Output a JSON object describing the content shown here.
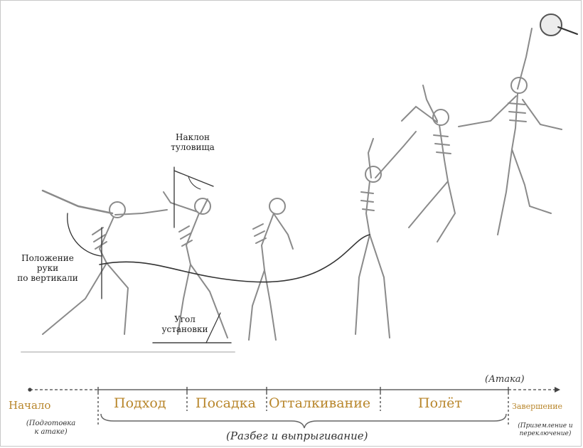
{
  "labels": {
    "torso_tilt": [
      "Наклон",
      "туловища"
    ],
    "arm_position": [
      "Положение",
      "руки",
      "по вертикали"
    ],
    "placement_angle": [
      "Угол",
      "установки"
    ]
  },
  "timeline": {
    "attack": "(Атака)",
    "phases": {
      "start": "Начало",
      "approach": "Подход",
      "plant": "Посадка",
      "takeoff": "Отталкивание",
      "flight": "Полёт",
      "finish": "Завершение"
    },
    "notes": {
      "start_note": [
        "(Подготовка",
        "к атаке)"
      ],
      "finish_note": [
        "(Приземление и",
        "переключение)"
      ]
    },
    "brace_caption": "(Разбег и выпрыгивание)"
  },
  "colors": {
    "phase_text": "#b8862b",
    "bone": "#8a8a8a",
    "line": "#333333"
  }
}
